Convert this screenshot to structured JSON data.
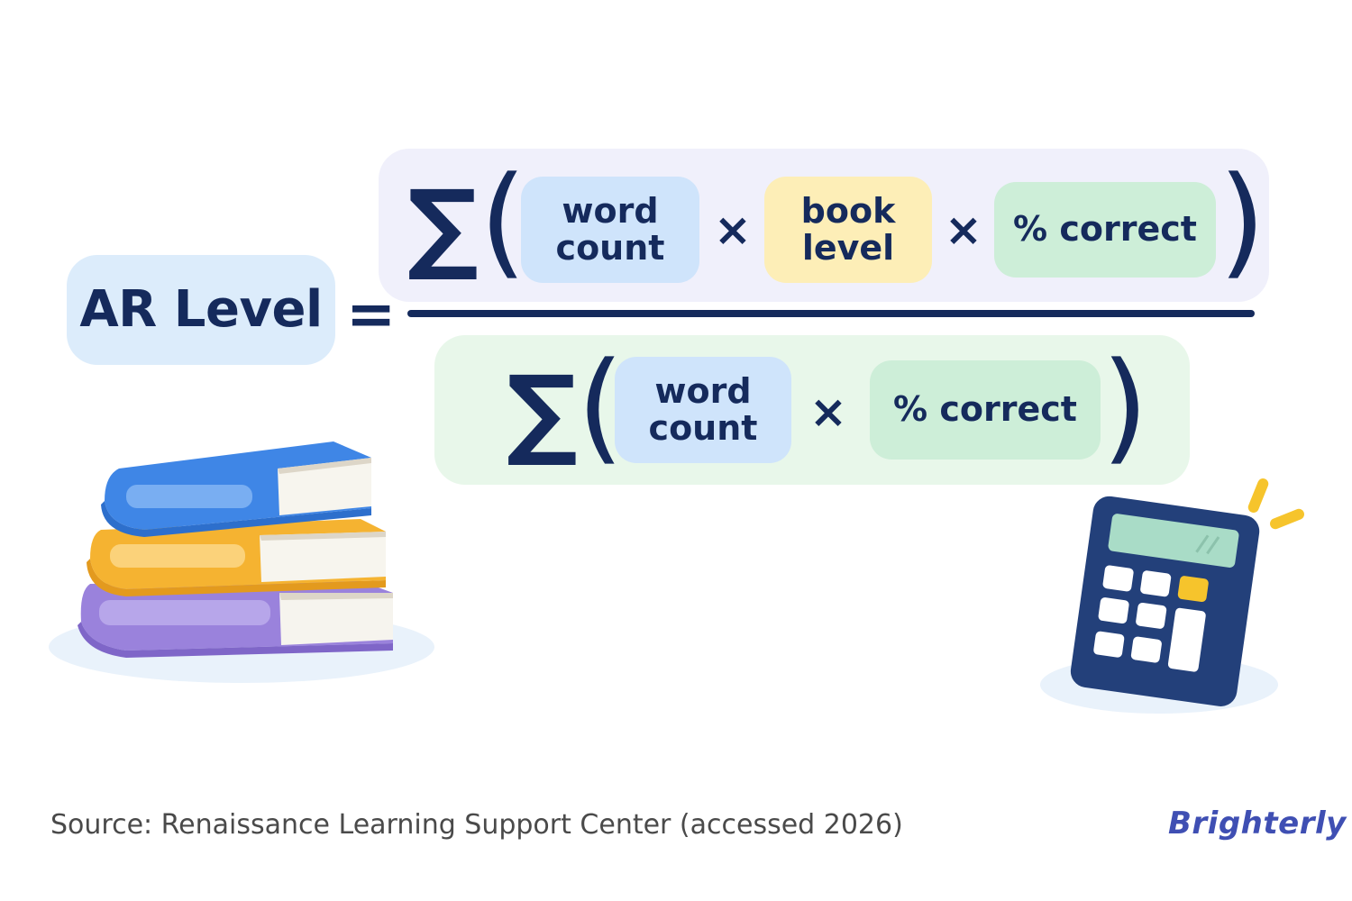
{
  "formula": {
    "lhs": "AR Level",
    "equals": "=",
    "sigma": "∑",
    "open_paren": "(",
    "close_paren": ")",
    "times": "×",
    "numerator": {
      "terms": [
        "word\ncount",
        "book\nlevel",
        "% correct"
      ]
    },
    "denominator": {
      "terms": [
        "word\ncount",
        "% correct"
      ]
    }
  },
  "footer": {
    "source": "Source: Renaissance Learning Support Center (accessed 2026)",
    "brand": "Brighterly"
  },
  "colors": {
    "navy": "#152a5c",
    "ar_label_bg": "#dcecfb",
    "word_count_bg": "#cfe4fb",
    "book_level_bg": "#fdeeb7",
    "percent_correct_bg": "#cdeed8",
    "numerator_bg": "#f0f0fb",
    "denominator_bg": "#e8f7ea",
    "brand": "#3f4fb3"
  },
  "illustrations": [
    "book-stack-icon",
    "calculator-icon"
  ]
}
